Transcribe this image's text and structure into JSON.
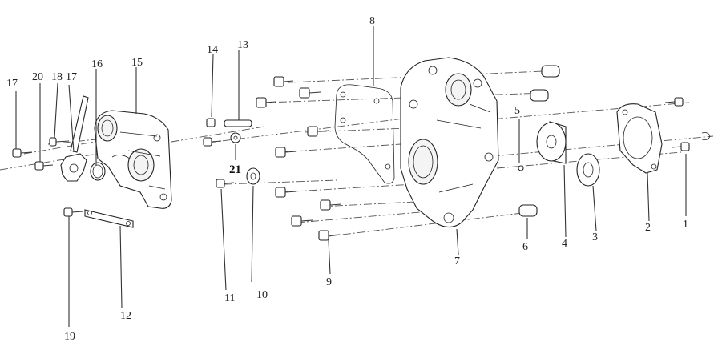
{
  "labels": {
    "l1": "1",
    "l2": "2",
    "l3": "3",
    "l4": "4",
    "l5": "5",
    "l6": "6",
    "l7": "7",
    "l8": "8",
    "l9": "9",
    "l10": "10",
    "l11": "11",
    "l12": "12",
    "l13": "13",
    "l14": "14",
    "l15": "15",
    "l16": "16",
    "l17a": "17",
    "l17b": "17",
    "l18": "18",
    "l19": "19",
    "l20": "20",
    "l21": "21"
  }
}
